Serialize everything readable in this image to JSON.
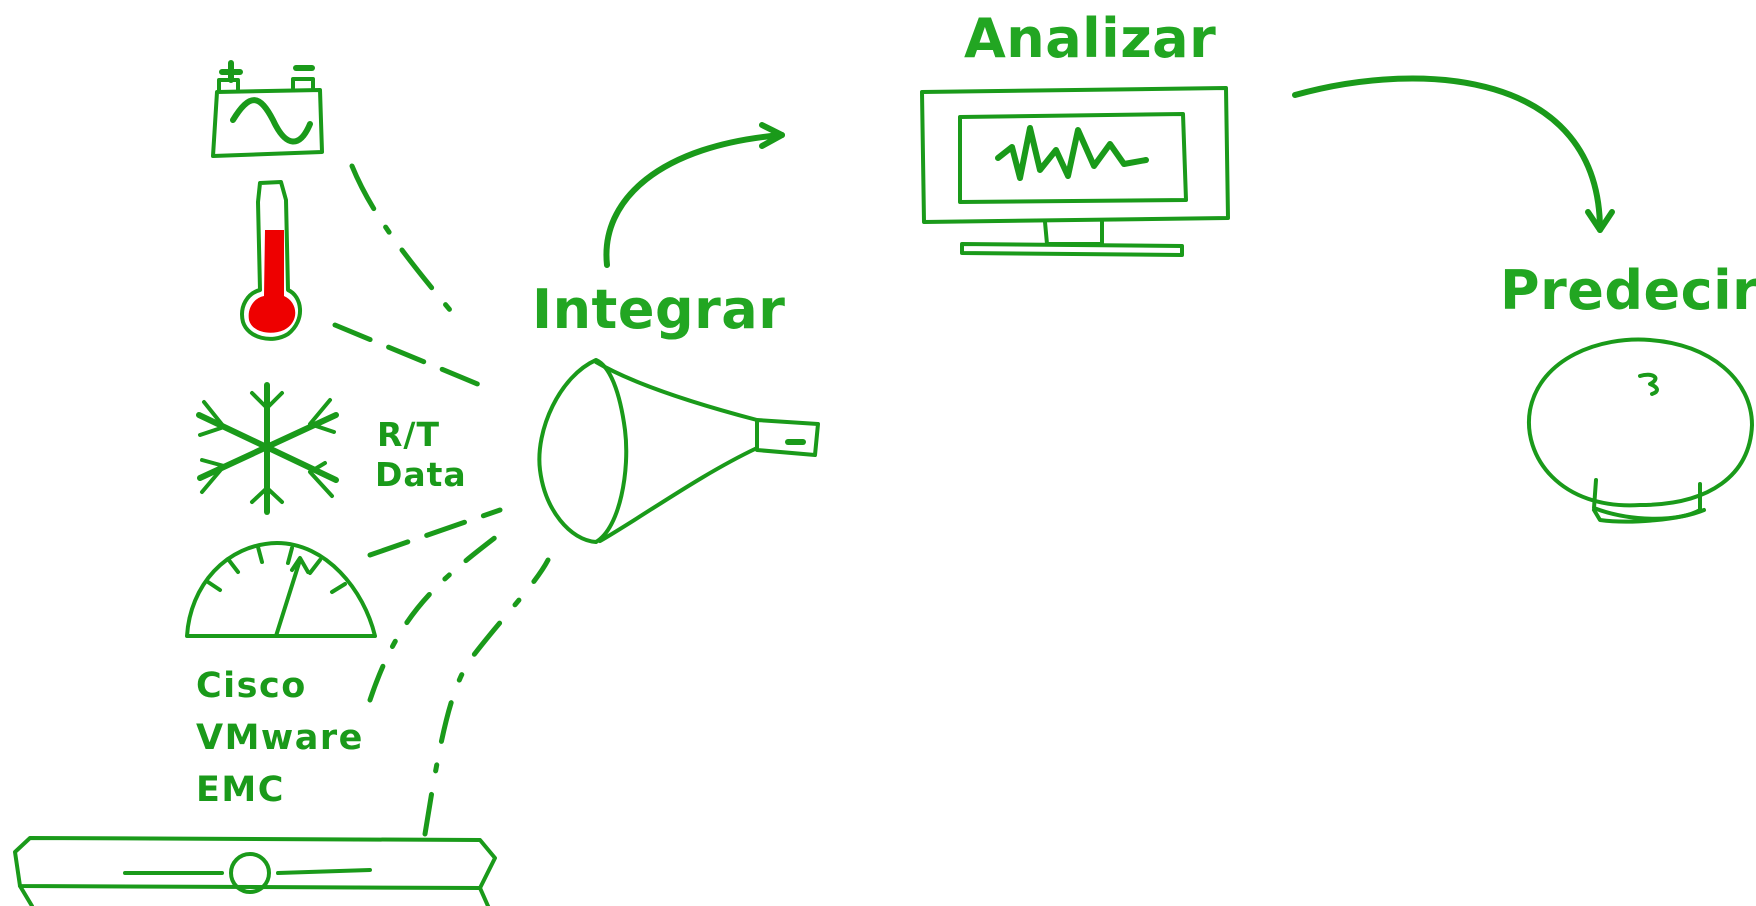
{
  "colors": {
    "ink": "#1a9a1a",
    "label": "#22a622",
    "mercury": "#ee0000",
    "background": "#ffffff"
  },
  "stages": {
    "integrate": "Integrar",
    "analyze": "Analizar",
    "predict": "Predecir"
  },
  "battery": {
    "plus": "+",
    "minus": "-"
  },
  "rt_data": {
    "line1": "R/T",
    "line2": "Data"
  },
  "vendors": [
    "Cisco",
    "VMware",
    "EMC"
  ],
  "icons": {
    "battery": "battery-wave-icon",
    "thermometer": "thermometer-icon",
    "snowflake": "snowflake-icon",
    "gauge": "speedometer-icon",
    "server": "server-appliance-icon",
    "funnel": "funnel-icon",
    "monitor": "monitor-waveform-icon",
    "crystal_ball": "crystal-ball-icon"
  }
}
